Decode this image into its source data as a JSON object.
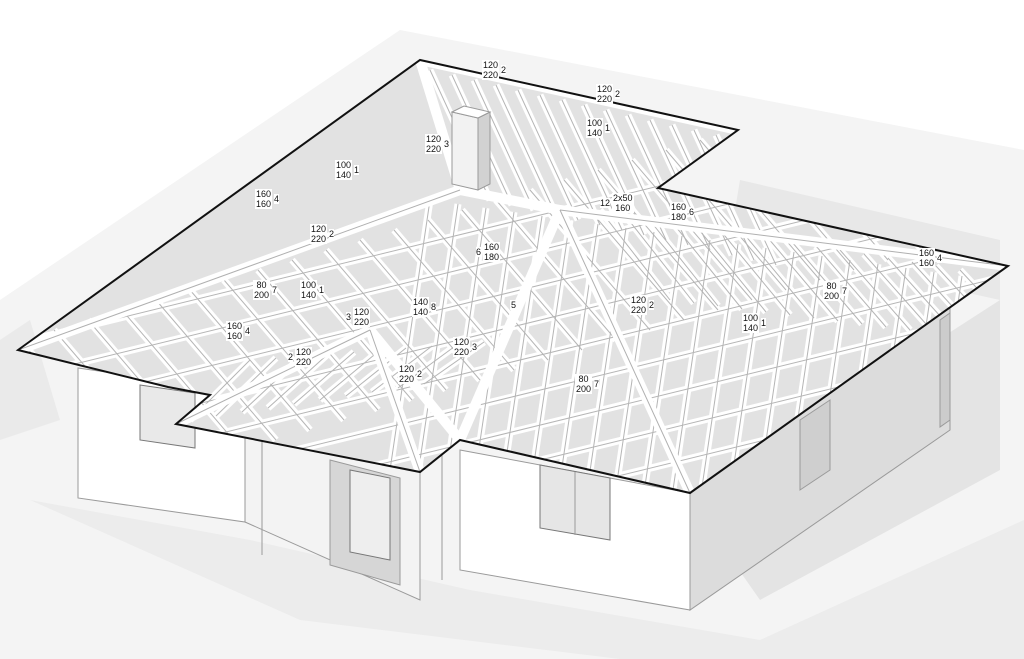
{
  "labels": [
    {
      "top": "120",
      "bottom": "220",
      "count": "2"
    },
    {
      "top": "120",
      "bottom": "220",
      "count": "2"
    },
    {
      "top": "100",
      "bottom": "140",
      "count": "1"
    },
    {
      "top": "120",
      "bottom": "220",
      "count": "3"
    },
    {
      "top": "100",
      "bottom": "140",
      "count": "1"
    },
    {
      "top": "160",
      "bottom": "160",
      "count": "4"
    },
    {
      "top": "2x50",
      "bottom": "160",
      "count": "12"
    },
    {
      "top": "160",
      "bottom": "180",
      "count": "6"
    },
    {
      "top": "120",
      "bottom": "220",
      "count": "2"
    },
    {
      "top": "160",
      "bottom": "180",
      "count": "6"
    },
    {
      "top": "160",
      "bottom": "160",
      "count": "4"
    },
    {
      "top": "80",
      "bottom": "200",
      "count": "7"
    },
    {
      "top": "100",
      "bottom": "140",
      "count": "1"
    },
    {
      "top": "140",
      "bottom": "140",
      "count": "8"
    },
    {
      "top": "5",
      "bottom": "",
      "count": ""
    },
    {
      "top": "120",
      "bottom": "220",
      "count": "2"
    },
    {
      "top": "80",
      "bottom": "200",
      "count": "7"
    },
    {
      "top": "120",
      "bottom": "220",
      "count": "3"
    },
    {
      "top": "160",
      "bottom": "160",
      "count": "4"
    },
    {
      "top": "100",
      "bottom": "140",
      "count": "1"
    },
    {
      "top": "120",
      "bottom": "220",
      "count": "2"
    },
    {
      "top": "120",
      "bottom": "220",
      "count": "3"
    },
    {
      "top": "120",
      "bottom": "220",
      "count": "2"
    },
    {
      "top": "80",
      "bottom": "200",
      "count": "7"
    }
  ]
}
